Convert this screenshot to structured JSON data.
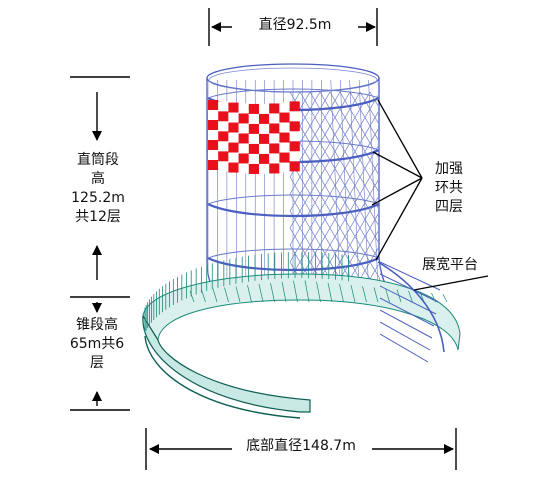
{
  "labels": {
    "top_diameter": "直径92.5m",
    "shaft_height": [
      "直筒段",
      "高",
      "125.2m",
      "共12层"
    ],
    "cone_height": [
      "锥段高",
      "65m共6",
      "层"
    ],
    "stiffening_rings": [
      "加强",
      "环共",
      "四层"
    ],
    "platform": "展宽平台",
    "base_diameter": "底部直径148.7m"
  },
  "colors": {
    "frame_lines": "#4a5fc0",
    "mesh_lines": "#6a78c8",
    "checker_red": "#e8101a",
    "checker_white": "#ffffff",
    "base_ring": "#178a7a",
    "base_ring_dark": "#0d5e55",
    "arrow": "#000000"
  }
}
